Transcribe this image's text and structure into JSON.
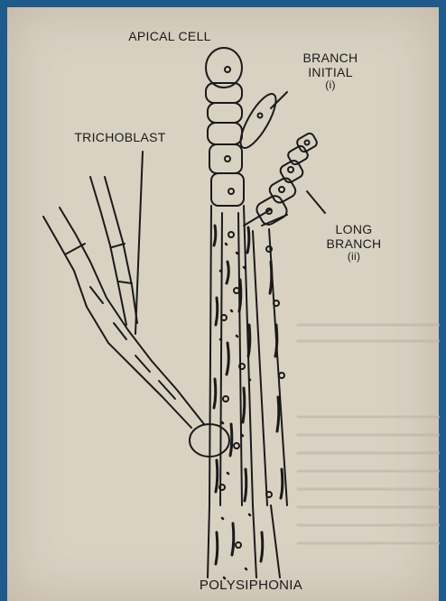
{
  "labels": {
    "apical_cell": "APICAL CELL",
    "branch_initial_line1": "BRANCH",
    "branch_initial_line2": "INITIAL",
    "branch_initial_line3": "(i)",
    "trichoblast": "TRICHOBLAST",
    "long_branch_line1": "LONG",
    "long_branch_line2": "BRANCH",
    "long_branch_line3": "(ii)",
    "title": "POLYSIPHONIA"
  },
  "colors": {
    "border": "#1f5a8c",
    "paper": "#d9d2c3",
    "ink": "#1a1a1a"
  }
}
